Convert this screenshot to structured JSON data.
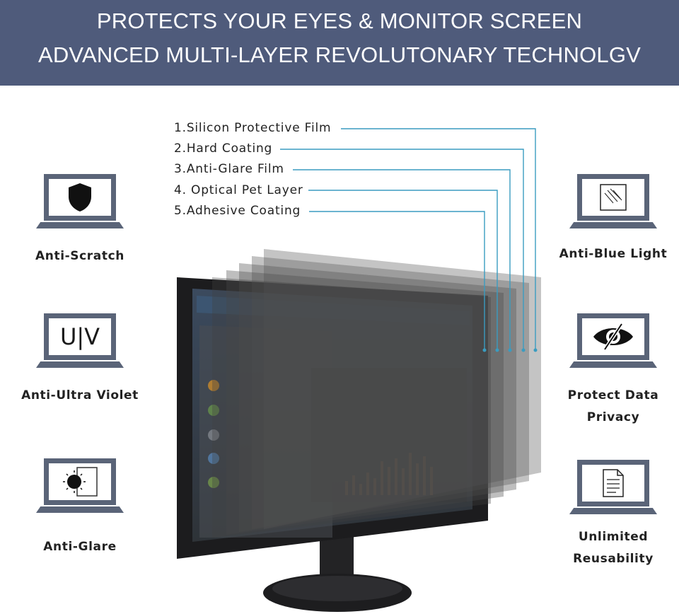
{
  "banner": {
    "line1": "PROTECTS YOUR EYES & MONITOR SCREEN",
    "line2": "ADVANCED MULTI-LAYER REVOLUTONARY TECHNOLGV"
  },
  "layers": [
    "1.Silicon Protective Film",
    "2.Hard Coating",
    "3.Anti-Glare Film",
    "4. Optical Pet Layer",
    "5.Adhesive Coating"
  ],
  "features_left": [
    {
      "label": "Anti-Scratch",
      "icon": "shield-icon"
    },
    {
      "label": "Anti-Ultra Violet",
      "icon": "uv-icon",
      "icon_text": "U|V"
    },
    {
      "label": "Anti-Glare",
      "icon": "sun-glare-icon"
    }
  ],
  "features_right": [
    {
      "label": "Anti-Blue Light",
      "icon": "hatched-square-icon"
    },
    {
      "label_line1": "Protect Data",
      "label_line2": "Privacy",
      "icon": "crossed-eye-icon"
    },
    {
      "label_line1": "Unlimited",
      "label_line2": "Reusability",
      "icon": "document-icon"
    }
  ],
  "colors": {
    "banner": "#4f5b7b",
    "leader_line": "#3a9cc0",
    "laptop_icon": "#5a6478",
    "monitor_bezel": "#1c1c1e"
  }
}
